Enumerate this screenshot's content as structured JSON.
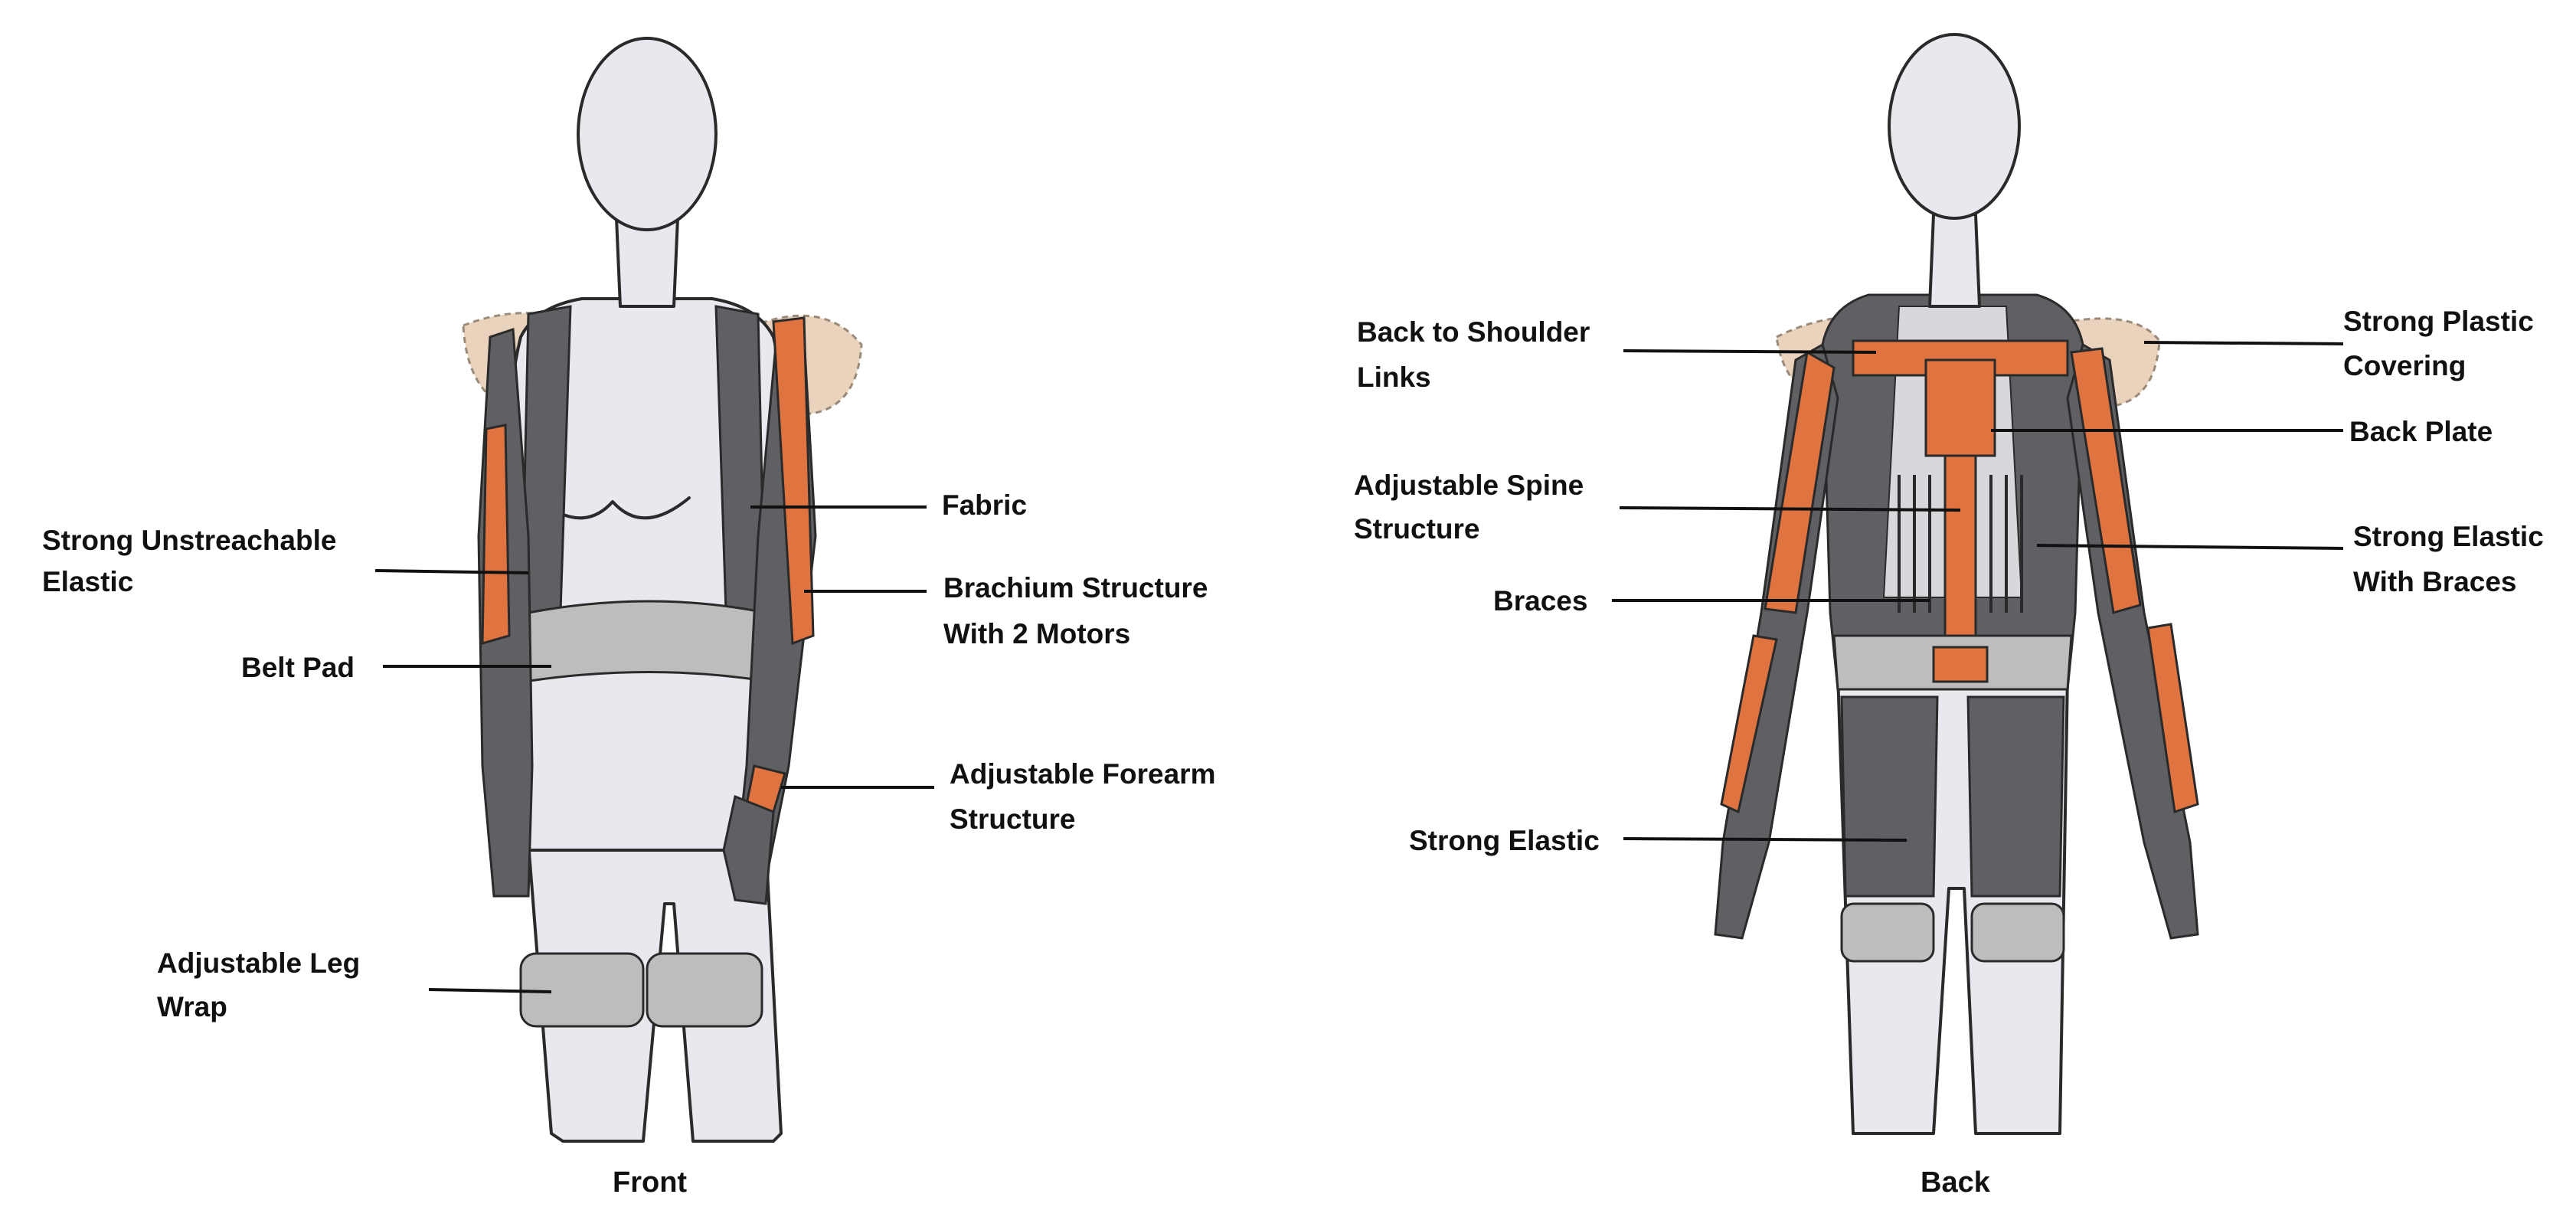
{
  "colors": {
    "body": "#e9e8ee",
    "dark_fabric": "#5f6063",
    "mid_grey": "#bdbdbd",
    "orange": "#e07440",
    "plastic": "#ead3bd",
    "outline": "#2a2a2a"
  },
  "front": {
    "caption": "Front",
    "labels": [
      {
        "id": "strong-unstreachable-elastic",
        "lines": [
          "Strong Unstreachable",
          "Elastic"
        ]
      },
      {
        "id": "belt-pad",
        "lines": [
          "Belt Pad"
        ]
      },
      {
        "id": "adjustable-leg-wrap",
        "lines": [
          "Adjustable Leg",
          "Wrap"
        ]
      },
      {
        "id": "fabric",
        "lines": [
          "Fabric"
        ]
      },
      {
        "id": "brachium-structure",
        "lines": [
          "Brachium Structure",
          "With 2 Motors"
        ]
      },
      {
        "id": "adjustable-forearm-structure",
        "lines": [
          "Adjustable Forearm",
          "Structure"
        ]
      }
    ]
  },
  "back": {
    "caption": "Back",
    "labels": [
      {
        "id": "back-to-shoulder-links",
        "lines": [
          "Back to Shoulder",
          "Links"
        ]
      },
      {
        "id": "adjustable-spine-structure",
        "lines": [
          "Adjustable Spine",
          "Structure"
        ]
      },
      {
        "id": "braces",
        "lines": [
          "Braces"
        ]
      },
      {
        "id": "strong-elastic",
        "lines": [
          "Strong Elastic"
        ]
      },
      {
        "id": "strong-plastic-covering",
        "lines": [
          "Strong Plastic",
          "Covering"
        ]
      },
      {
        "id": "back-plate",
        "lines": [
          "Back Plate"
        ]
      },
      {
        "id": "strong-elastic-with-braces",
        "lines": [
          "Strong Elastic",
          "With Braces"
        ]
      }
    ]
  }
}
